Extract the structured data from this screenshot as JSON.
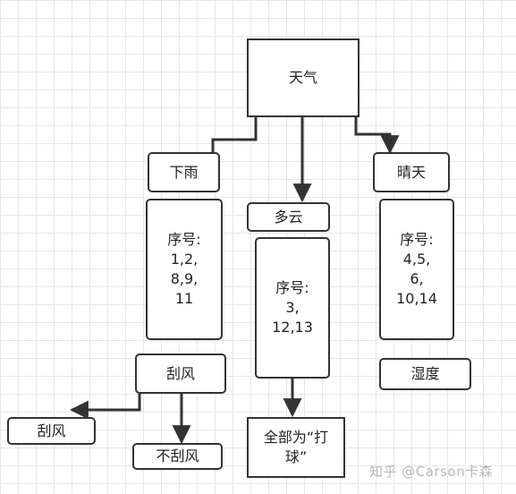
{
  "nodes": {
    "root": "天气",
    "rain": "下雨",
    "cloudy": "多云",
    "sunny": "晴天",
    "rain_ids": "序号:\n1,2,\n8,9,\n11",
    "cloudy_ids": "序号:\n3,\n12,13",
    "sunny_ids": "序号:\n4,5,\n6,\n10,14",
    "wind": "刮风",
    "humidity": "湿度",
    "wind_yes": "刮风",
    "wind_no": "不刮风",
    "play_all": "全部为“打\n球”"
  },
  "watermark": "知乎 @Carson卡森",
  "colors": {
    "stroke": "#333333",
    "grid": "#e6e6e6",
    "text": "#222222"
  }
}
